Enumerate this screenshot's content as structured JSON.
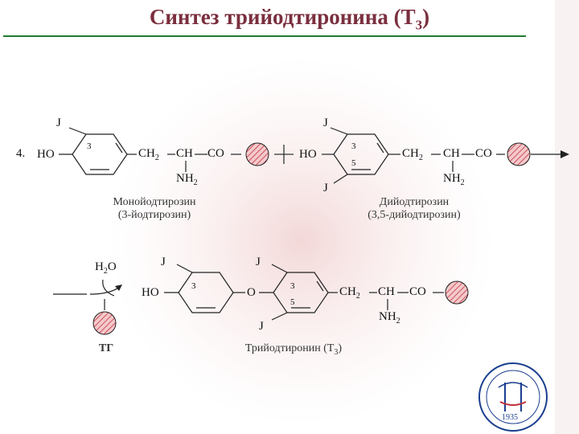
{
  "title": {
    "text": "Синтез трийодтиронина (Т",
    "sub": "3",
    "close": ")"
  },
  "reaction": {
    "step_number": "4.",
    "iodine": "J",
    "hydroxyl": "HO",
    "oxygen": "O",
    "ch2": "CH",
    "ch2_sub": "2",
    "ch": "CH",
    "co": "CO",
    "nh2": "NH",
    "nh2_sub": "2",
    "pos3": "3",
    "pos5": "5",
    "plus": "+",
    "water": "H",
    "water_sub": "2",
    "water_o": "O"
  },
  "captions": {
    "mit_name": "Монойодтирозин",
    "mit_alt": "(3-йодтирозин)",
    "dit_name": "Дийодтирозин",
    "dit_alt": "(3,5-дийодтирозин)",
    "tg": "ТГ",
    "t3_name": "Трийодтиронин (Т",
    "t3_sub": "3",
    "t3_close": ")"
  },
  "logo": {
    "year": "1935"
  },
  "colors": {
    "title": "#7a2f3e",
    "rule": "#1f7a2e",
    "hatch": "#c0303a",
    "hatch_fill": "#f4c9cc"
  }
}
